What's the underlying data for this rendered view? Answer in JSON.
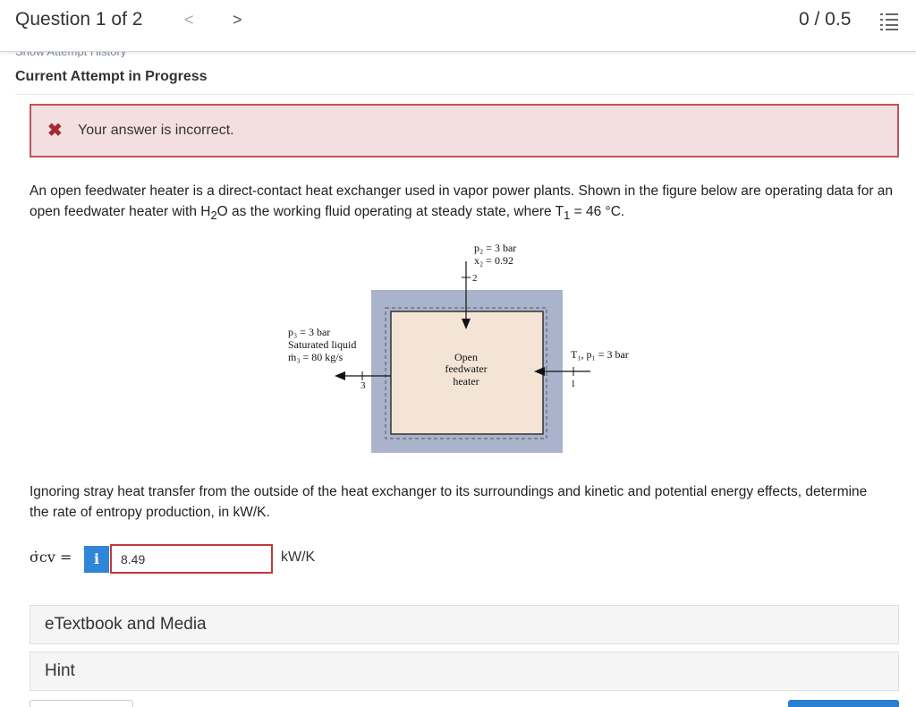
{
  "header": {
    "question_label": "Question 1 of 2",
    "prev_glyph": "<",
    "next_glyph": ">",
    "score": "0 / 0.5"
  },
  "peek_text": "Show Attempt History",
  "attempt_status": "Current Attempt in Progress",
  "feedback": {
    "icon": "close-icon",
    "text": "Your answer is incorrect.",
    "color": "#b9575c"
  },
  "problem": {
    "text_a": "An open feedwater heater is a direct-contact heat exchanger used in vapor power plants. Shown in the figure below are operating data for an open feedwater heater with H",
    "text_sub": "2",
    "text_b": "O as the working fluid operating at steady state, where T",
    "text_sub2": "1",
    "text_c": " = 46 °C.",
    "question": "Ignoring stray heat transfer from the outside of the heat exchanger to its surroundings and kinetic and potential energy effects, determine the rate of entropy production, in kW/K."
  },
  "figure": {
    "inlet2_p": "p₂ = 3 bar",
    "inlet2_x": "x₂ = 0.92",
    "inlet2_num": "2",
    "outlet3_p": "p₃ = 3 bar",
    "outlet3_state": "Saturated liquid",
    "outlet3_m": "ṁ₃ = 80 kg/s",
    "outlet3_num": "3",
    "inlet1_label": "T₁, p₁ = 3 bar",
    "inlet1_num": "1",
    "device_line1": "Open",
    "device_line2": "feedwater",
    "device_line3": "heater"
  },
  "answer": {
    "label": "σ̇cv =",
    "info_glyph": "i",
    "value": "8.49",
    "unit": "kW/K"
  },
  "panels": {
    "etextbook": "eTextbook and Media",
    "hint": "Hint"
  }
}
